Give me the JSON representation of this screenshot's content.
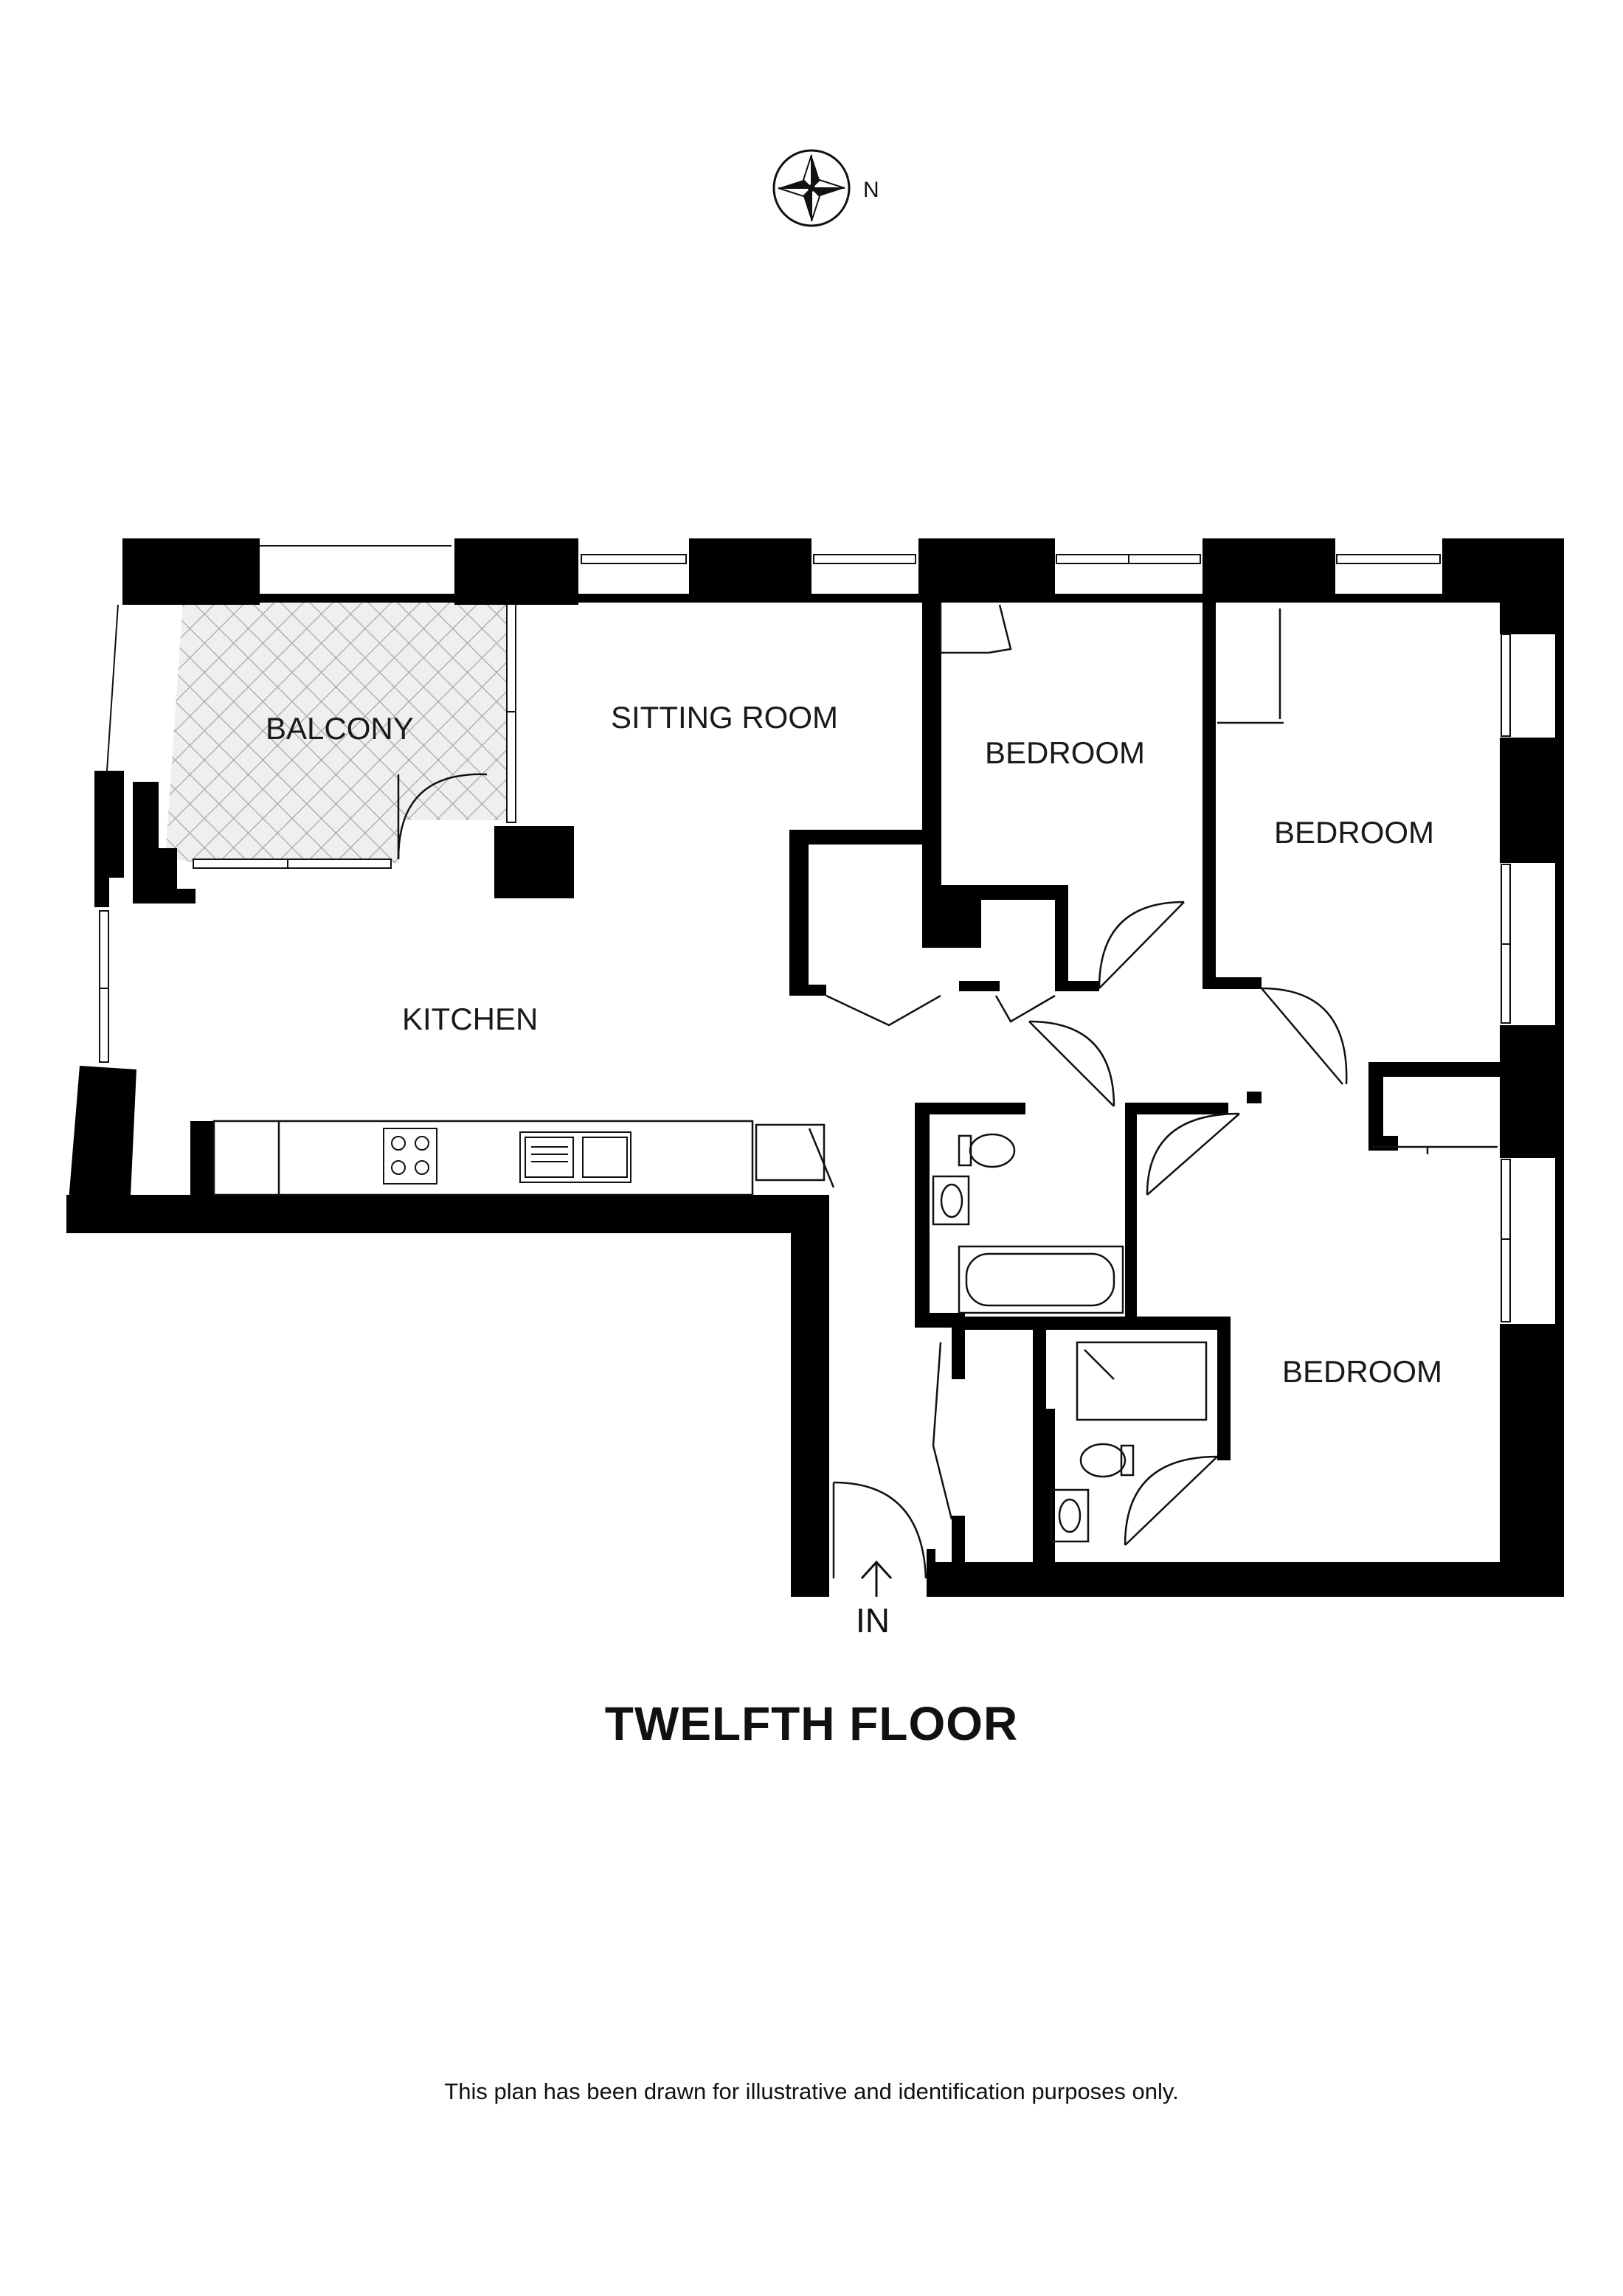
{
  "compass": {
    "direction_label": "N"
  },
  "rooms": {
    "balcony": "BALCONY",
    "sitting_room": "SITTING ROOM",
    "kitchen": "KITCHEN",
    "bedroom_1": "BEDROOM",
    "bedroom_2": "BEDROOM",
    "bedroom_3": "BEDROOM"
  },
  "entrance_label": "IN",
  "floor_title": "TWELFTH FLOOR",
  "disclaimer": "This plan has been drawn for illustrative and identification purposes only."
}
